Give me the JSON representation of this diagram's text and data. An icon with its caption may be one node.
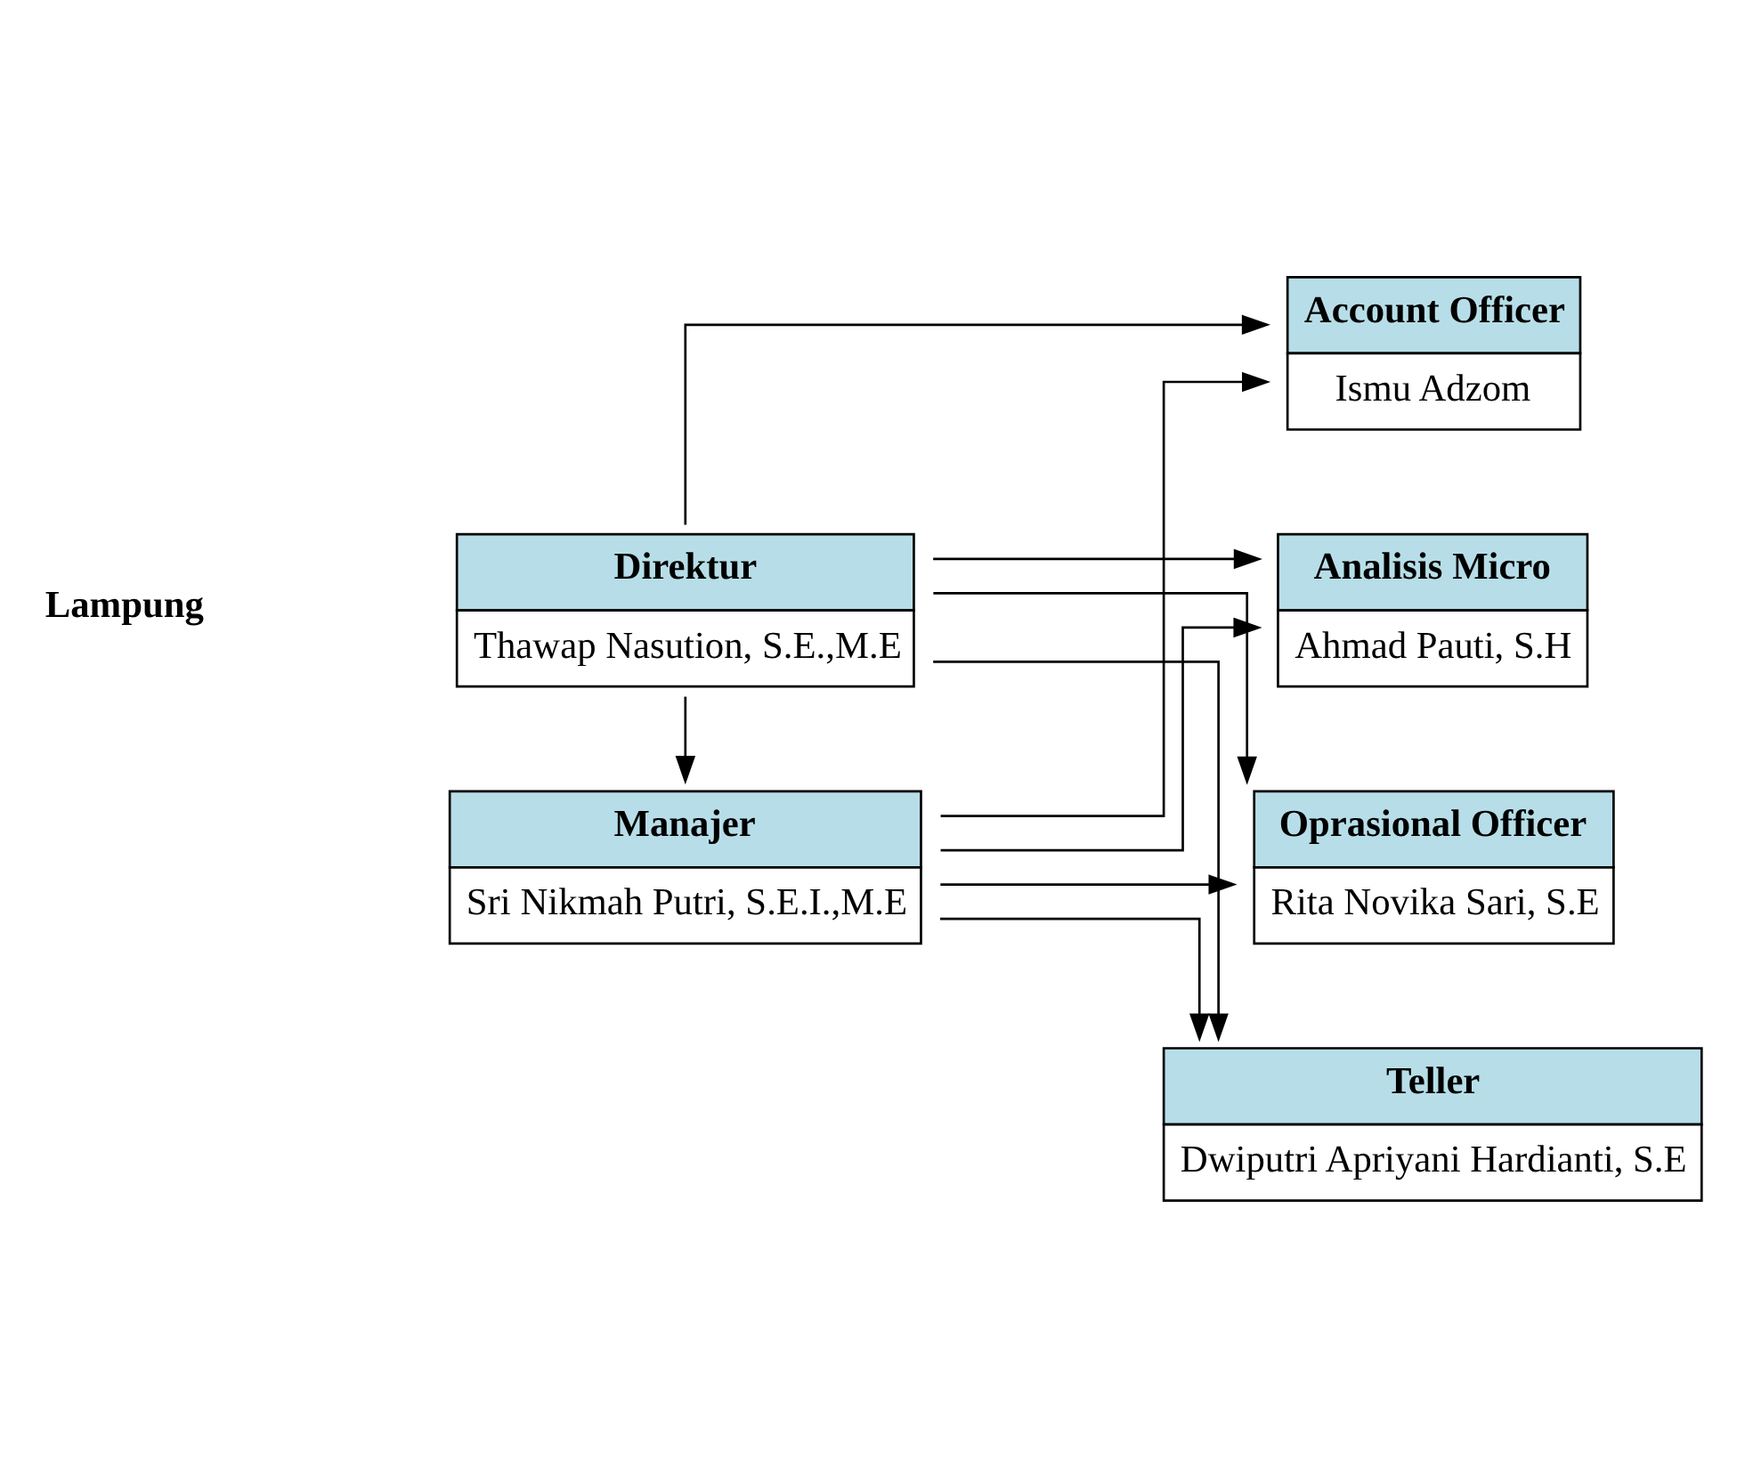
{
  "diagram": {
    "nodes": [
      {
        "text": [
          "Direktur",
          "Thawap Nasution, S.E.,M.E"
        ]
      },
      {
        "text": [
          "Manajer",
          "Sri Nikmah Putri, S.E.I.,M.E"
        ]
      },
      {
        "text": [
          "Oprasional Officer",
          "Rita Novika Sari, S.E"
        ]
      },
      {
        "text": [
          "Teller",
          "Dwiputri Apriyani Hardianti, S.E"
        ]
      },
      {
        "text": [
          "Account Officer",
          "Ismu Adzom"
        ]
      },
      {
        "text": [
          "Analisis Micro",
          "Ahmad Pauti, S.H"
        ]
      }
    ],
    "edges": [
      {
        "from": 0,
        "to": 1,
        "arrow": "to"
      },
      {
        "from": 0,
        "to": 2,
        "arrow": "to"
      },
      {
        "from": 0,
        "to": 3,
        "arrow": "to"
      },
      {
        "from": 0,
        "to": 4,
        "arrow": "to"
      },
      {
        "from": 0,
        "to": 5,
        "arrow": "to"
      },
      {
        "from": 1,
        "to": 2,
        "arrow": "to"
      },
      {
        "from": 1,
        "to": 3,
        "arrow": "to"
      },
      {
        "from": 1,
        "to": 4,
        "arrow": "to"
      },
      {
        "from": 1,
        "to": 5,
        "arrow": "to"
      }
    ],
    "labels": [
      "Lampung"
    ]
  }
}
